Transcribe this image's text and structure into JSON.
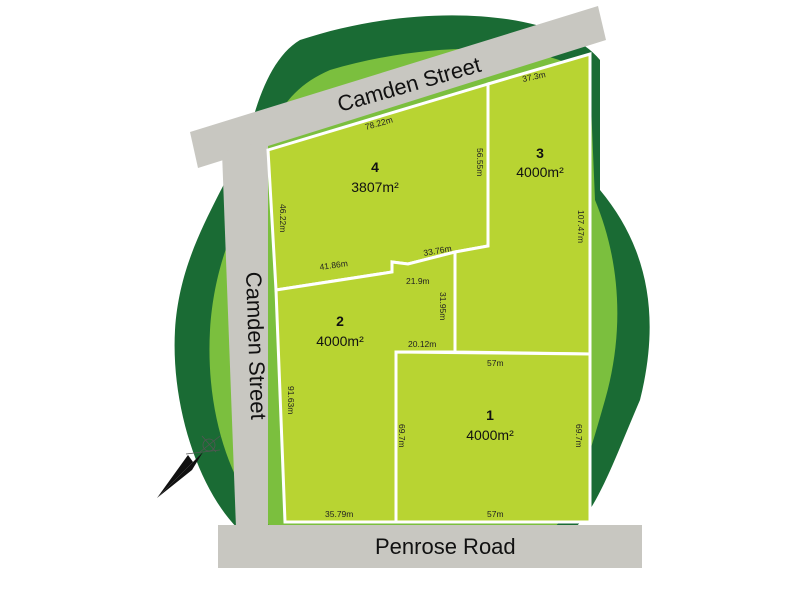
{
  "colors": {
    "outer_blob": "#1a6b34",
    "inner_blob": "#7bbf3e",
    "lot_fill": "#b8d432",
    "road": "#c8c7c1"
  },
  "roads": {
    "camden_top": "Camden Street",
    "camden_left": "Camden Street",
    "penrose": "Penrose Road"
  },
  "lots": {
    "lot1": {
      "number": "1",
      "area": "4000m²",
      "dims": {
        "top": "57m",
        "bottom": "57m",
        "left": "69.7m",
        "right": "69.7m"
      }
    },
    "lot2": {
      "number": "2",
      "area": "4000m²",
      "dims": {
        "top": "20.12m",
        "bottom": "35.79m",
        "left": "91.63m",
        "right": "31.95m",
        "step": "21.9m"
      }
    },
    "lot3": {
      "number": "3",
      "area": "4000m²",
      "dims": {
        "top": "37.3m",
        "right": "107.47m"
      }
    },
    "lot4": {
      "number": "4",
      "area": "3807m²",
      "dims": {
        "top": "78.22m",
        "left": "46.22m",
        "right": "56.55m",
        "bottom_left": "41.86m",
        "bottom_right": "33.76m"
      }
    }
  },
  "compass": {
    "icon": "north-arrow-icon"
  }
}
